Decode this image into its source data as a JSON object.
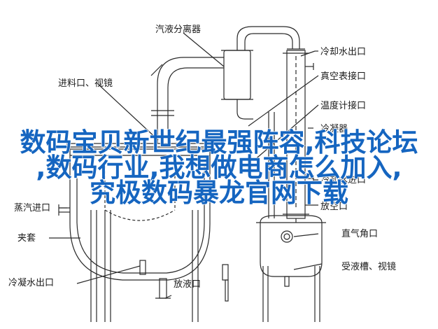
{
  "labels": {
    "evaporator_separator": "汽液分离器",
    "feed_inlet_sight": "进料口、视镜",
    "cooling_water_outlet": "冷却水出口",
    "vacuum_gauge_port": "真空表接口",
    "thermometer_port": "温度计接口",
    "condenser": "冷凝器",
    "cooling_water_inlet_right": "冷却水进口",
    "steam_inlet": "蒸汽进口",
    "vent": "放空口",
    "jacket": "夹套",
    "direct_gas_port": "直气角口",
    "cooling_water_outlet_left": "冷凝水出口",
    "drain": "放液口",
    "receiver_sight": "受液槽、视镜"
  },
  "overlay": {
    "line1": "数码宝贝新世纪最强阵容,科技论坛",
    "line2": ",数码行业,我想做电商怎么加入,",
    "line3": "究极数码暴龙官网下载"
  },
  "colors": {
    "line": "#2a2a2a",
    "overlay_text": "#1565c0",
    "background": "#ffffff"
  }
}
